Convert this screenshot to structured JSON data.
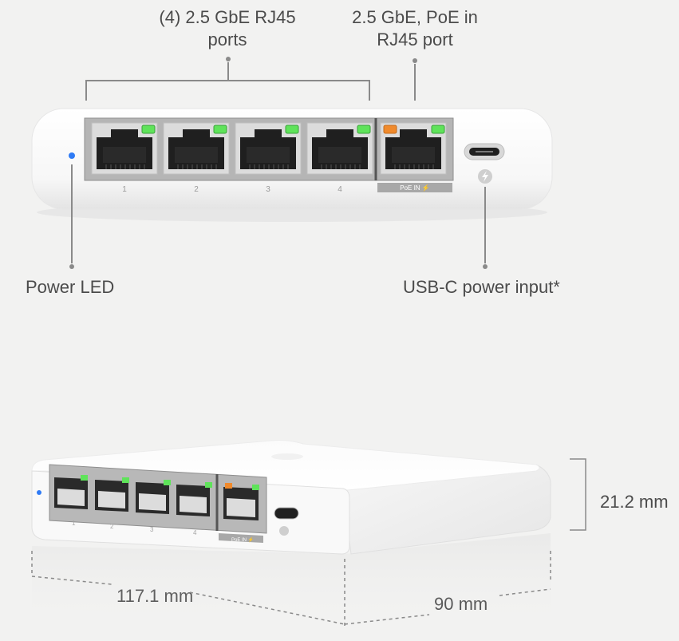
{
  "callouts": {
    "ports": {
      "line1": "(4) 2.5 GbE RJ45",
      "line2": "ports"
    },
    "poe_port": {
      "line1": "2.5 GbE, PoE in",
      "line2": "RJ45 port"
    },
    "power_led": "Power LED",
    "usb_c": "USB-C power input*"
  },
  "front_panel": {
    "port_numbers": [
      "1",
      "2",
      "3",
      "4"
    ],
    "poe_label": "PoE IN ⚡",
    "icons": [
      "rj45-port-icon",
      "usb-c-port-icon",
      "power-bolt-icon",
      "led-indicator-icon"
    ]
  },
  "dimensions": {
    "height": "21.2 mm",
    "width": "117.1 mm",
    "depth": "90 mm"
  },
  "colors": {
    "led_green": "#5fe35a",
    "led_orange": "#f08a2c",
    "power_led": "#2f7bf5",
    "port_frame": "#9a9a9a",
    "device_body": "#ffffff",
    "background": "#f2f2f1"
  }
}
